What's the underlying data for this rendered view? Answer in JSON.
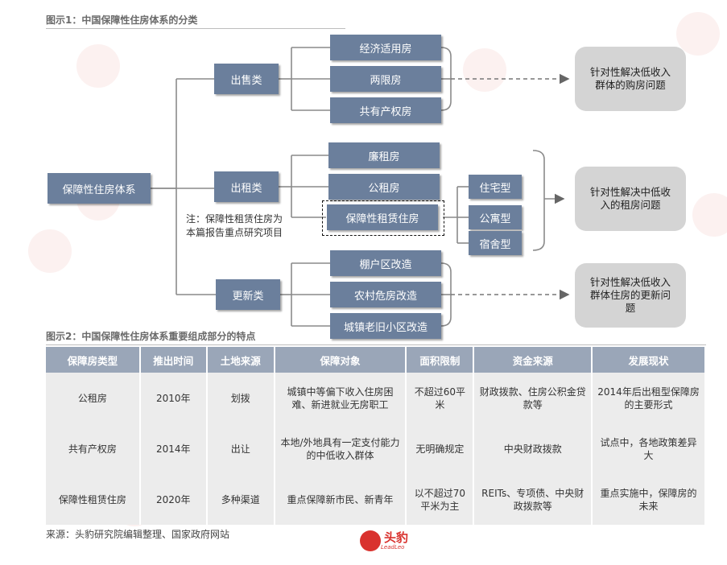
{
  "figure1": {
    "title": "图示1：中国保障性住房体系的分类"
  },
  "root": "保障性住房体系",
  "categories": {
    "sale": {
      "label": "出售类",
      "children": [
        "经济适用房",
        "两限房",
        "共有产权房"
      ]
    },
    "rent": {
      "label": "出租类",
      "children": [
        "廉租房",
        "公租房",
        "保障性租赁住房"
      ],
      "subtypes": [
        "住宅型",
        "公寓型",
        "宿舍型"
      ]
    },
    "renew": {
      "label": "更新类",
      "children": [
        "棚户区改造",
        "农村危房改造",
        "城镇老旧小区改造"
      ]
    }
  },
  "outcomes": {
    "sale": "针对性解决低收入群体的购房问题",
    "rent": "针对性解决中低收入的租房问题",
    "renew": "针对性解决低收入群体住房的更新问题"
  },
  "note": "注：保障性租赁住房为本篇报告重点研究项目",
  "figure2": {
    "title": "图示2：中国保障性住房体系重要组成部分的特点",
    "headers": [
      "保障房类型",
      "推出时间",
      "土地来源",
      "保障对象",
      "面积限制",
      "资金来源",
      "发展现状"
    ],
    "rows": [
      [
        "公租房",
        "2010年",
        "划拨",
        "城镇中等偏下收入住房困难、新进就业无房职工",
        "不超过60平米",
        "财政拨款、住房公积金贷款等",
        "2014年后出租型保障房的主要形式"
      ],
      [
        "共有产权房",
        "2014年",
        "出让",
        "本地/外地具有一定支付能力的中低收入群体",
        "无明确规定",
        "中央财政拨款",
        "试点中，各地政策差异大"
      ],
      [
        "保障性租赁住房",
        "2020年",
        "多种渠道",
        "重点保障新市民、新青年",
        "以不超过70平米为主",
        "REITs、专项债、中央财政拨款等",
        "重点实施中，保障房的未来"
      ]
    ]
  },
  "source": "来源：头豹研究院编辑整理、国家政府网站",
  "brand": {
    "name": "头豹",
    "sub": "LeadLeo",
    "color": "#d9322e"
  },
  "colors": {
    "box": "#6b7f9c",
    "outcome": "#d4d4d4",
    "header": "#9aa6b8",
    "cell": "#ececec"
  }
}
